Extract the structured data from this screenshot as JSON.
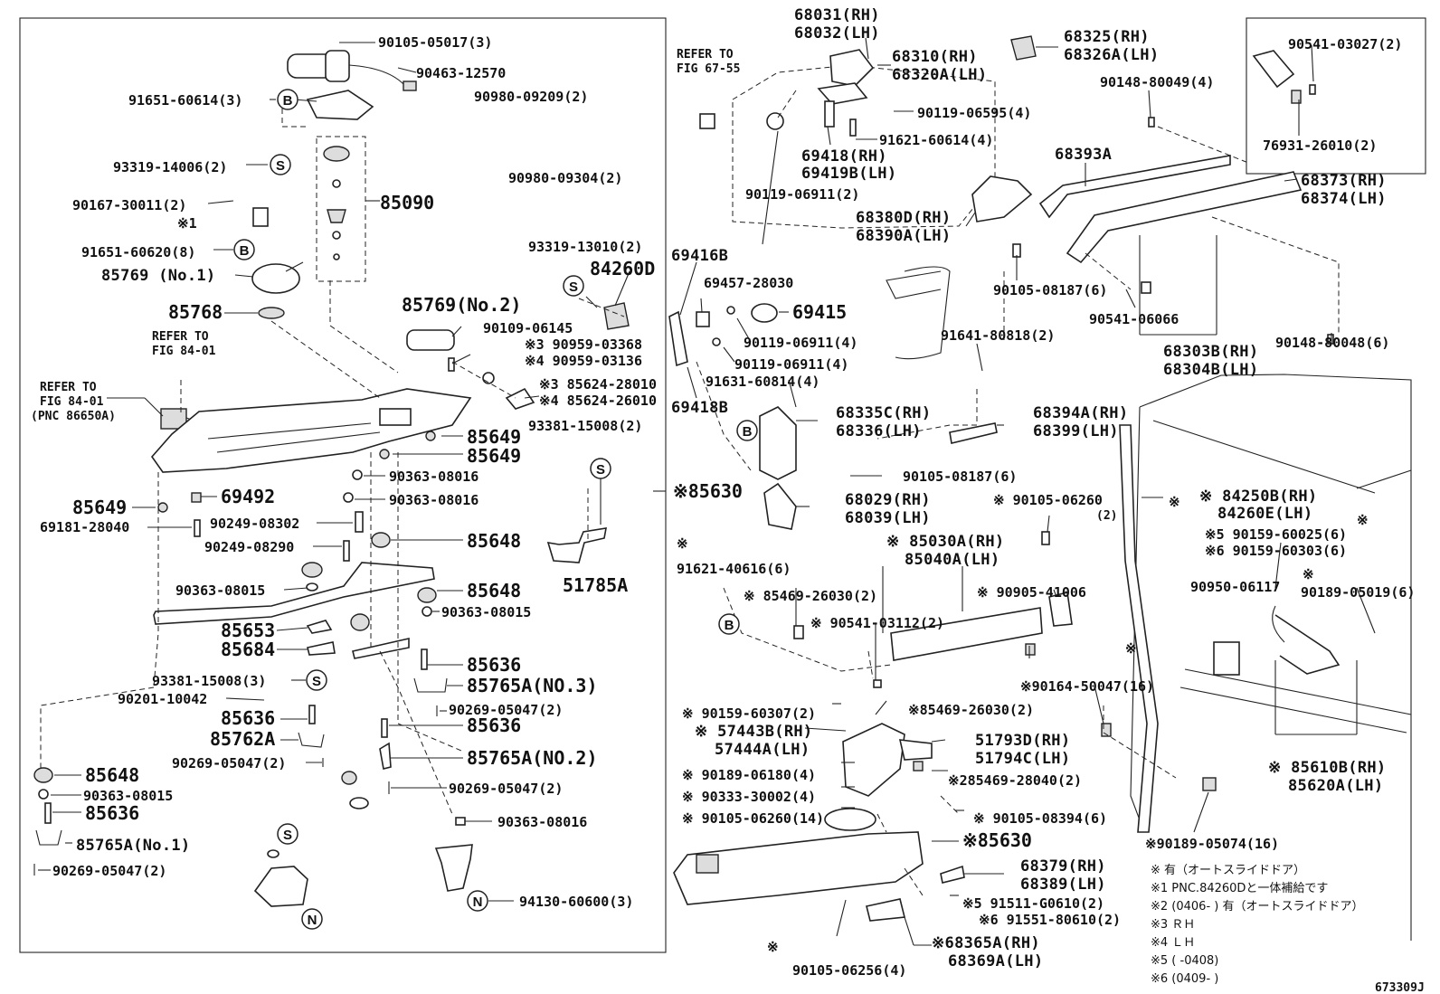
{
  "left_panel": {
    "callouts": [
      {
        "label": "90105-05017(3)"
      },
      {
        "label": "90463-12570"
      },
      {
        "label": "91651-60614(3)"
      },
      {
        "label": "90980-09209(2)"
      },
      {
        "label": "93319-14006(2)"
      },
      {
        "label": "90980-09304(2)"
      },
      {
        "label": "90167-30011(2)"
      },
      {
        "label": "※1"
      },
      {
        "label": "85090"
      },
      {
        "label": "91651-60620(8)"
      },
      {
        "label": "85769 (No.1)"
      },
      {
        "label": "93319-13010(2)"
      },
      {
        "label": "84260D"
      },
      {
        "label": "85768"
      },
      {
        "label": "85769(No.2)"
      },
      {
        "label": "REFER TO"
      },
      {
        "label": "FIG 84-01"
      },
      {
        "label": "90109-06145"
      },
      {
        "label": "※3 90959-03368"
      },
      {
        "label": "※4 90959-03136"
      },
      {
        "label": "REFER TO"
      },
      {
        "label": "FIG 84-01"
      },
      {
        "label": "(PNC 86650A)"
      },
      {
        "label": "※3 85624-28010"
      },
      {
        "label": "※4 85624-26010"
      },
      {
        "label": "93381-15008(2)"
      },
      {
        "label": "85649"
      },
      {
        "label": "85649"
      },
      {
        "label": "90363-08016"
      },
      {
        "label": "90363-08016"
      },
      {
        "label": "85649"
      },
      {
        "label": "69492"
      },
      {
        "label": "69181-28040"
      },
      {
        "label": "90249-08302"
      },
      {
        "label": "90249-08290"
      },
      {
        "label": "85648"
      },
      {
        "label": "51785A"
      },
      {
        "label": "90363-08015"
      },
      {
        "label": "85648"
      },
      {
        "label": "90363-08015"
      },
      {
        "label": "85653"
      },
      {
        "label": "85684"
      },
      {
        "label": "85636"
      },
      {
        "label": "85765A(NO.3)"
      },
      {
        "label": "93381-15008(3)"
      },
      {
        "label": "90201-10042"
      },
      {
        "label": "90269-05047(2)"
      },
      {
        "label": "85636"
      },
      {
        "label": "85636"
      },
      {
        "label": "85762A"
      },
      {
        "label": "85765A(NO.2)"
      },
      {
        "label": "90269-05047(2)"
      },
      {
        "label": "90269-05047(2)"
      },
      {
        "label": "85648"
      },
      {
        "label": "90363-08015"
      },
      {
        "label": "85636"
      },
      {
        "label": "90363-08016"
      },
      {
        "label": "85765A(No.1)"
      },
      {
        "label": "90269-05047(2)"
      },
      {
        "label": "94130-60600(3)"
      }
    ],
    "circle_letters": [
      "B",
      "S",
      "B",
      "S",
      "S",
      "S",
      "S",
      "N",
      "N"
    ]
  },
  "right_panel": {
    "callouts": [
      {
        "label": "68031(RH)"
      },
      {
        "label": "68032(LH)"
      },
      {
        "label": "68325(RH)"
      },
      {
        "label": "68326A(LH)"
      },
      {
        "label": "REFER TO"
      },
      {
        "label": "FIG 67-55"
      },
      {
        "label": "68310(RH)"
      },
      {
        "label": "68320A(LH)"
      },
      {
        "label": "90541-03027(2)"
      },
      {
        "label": "90148-80049(4)"
      },
      {
        "label": "90119-06595(4)"
      },
      {
        "label": "76931-26010(2)"
      },
      {
        "label": "91621-60614(4)"
      },
      {
        "label": "69418(RH)"
      },
      {
        "label": "69419B(LH)"
      },
      {
        "label": "68393A"
      },
      {
        "label": "68373(RH)"
      },
      {
        "label": "68374(LH)"
      },
      {
        "label": "90119-06911(2)"
      },
      {
        "label": "68380D(RH)"
      },
      {
        "label": "68390A(LH)"
      },
      {
        "label": "69416B"
      },
      {
        "label": "69457-28030"
      },
      {
        "label": "90105-08187(6)"
      },
      {
        "label": "69415"
      },
      {
        "label": "90541-06066"
      },
      {
        "label": "90119-06911(4)"
      },
      {
        "label": "91641-80818(2)"
      },
      {
        "label": "68303B(RH)"
      },
      {
        "label": "90148-80048(6)"
      },
      {
        "label": "90119-06911(4)"
      },
      {
        "label": "68304B(LH)"
      },
      {
        "label": "91631-60814(4)"
      },
      {
        "label": "69418B"
      },
      {
        "label": "68335C(RH)"
      },
      {
        "label": "68394A(RH)"
      },
      {
        "label": "68336(LH)"
      },
      {
        "label": "68399(LH)"
      },
      {
        "label": "90105-08187(6)"
      },
      {
        "label": "※85630"
      },
      {
        "label": "68029(RH)"
      },
      {
        "label": "※ 90105-06260"
      },
      {
        "label": "(2)"
      },
      {
        "label": "※ 84250B(RH)"
      },
      {
        "label": "84260E(LH)"
      },
      {
        "label": "68039(LH)"
      },
      {
        "label": "※"
      },
      {
        "label": "※5 90159-60025(6)"
      },
      {
        "label": "※ 85030A(RH)"
      },
      {
        "label": "※6 90159-60303(6)"
      },
      {
        "label": "85040A(LH)"
      },
      {
        "label": "91621-40616(6)"
      },
      {
        "label": "※ 90905-41006"
      },
      {
        "label": "90950-06117"
      },
      {
        "label": "90189-05019(6)"
      },
      {
        "label": "※ 85469-26030(2)"
      },
      {
        "label": "※ 90541-03112(2)"
      },
      {
        "label": "※90164-50047(16)"
      },
      {
        "label": "※ 90159-60307(2)"
      },
      {
        "label": "※85469-26030(2)"
      },
      {
        "label": "※ 57443B(RH)"
      },
      {
        "label": "57444A(LH)"
      },
      {
        "label": "51793D(RH)"
      },
      {
        "label": "51794C(LH)"
      },
      {
        "label": "※ 85610B(RH)"
      },
      {
        "label": "85620A(LH)"
      },
      {
        "label": "※ 90189-06180(4)"
      },
      {
        "label": "※285469-28040(2)"
      },
      {
        "label": "※ 90333-30002(4)"
      },
      {
        "label": "※ 90105-08394(6)"
      },
      {
        "label": "※ 90105-06260(14)"
      },
      {
        "label": "※85630"
      },
      {
        "label": "※90189-05074(16)"
      },
      {
        "label": "68379(RH)"
      },
      {
        "label": "68389(LH)"
      },
      {
        "label": "※5 91511-G0610(2)"
      },
      {
        "label": "※6 91551-80610(2)"
      },
      {
        "label": "※68365A(RH)"
      },
      {
        "label": "68369A(LH)"
      },
      {
        "label": "※"
      },
      {
        "label": "90105-06256(4)"
      },
      {
        "label": "※"
      },
      {
        "label": "※"
      },
      {
        "label": "※"
      },
      {
        "label": "※"
      }
    ],
    "circle_letters": [
      "B",
      "B"
    ]
  },
  "notes": [
    {
      "text": "※  有（オートスライドドア）"
    },
    {
      "text": "※1 PNC.84260Dと一体補給です"
    },
    {
      "text": "※2 (0406-      ) 有（オートスライドドア）"
    },
    {
      "text": "※3 ＲＨ"
    },
    {
      "text": "※4 ＬＨ"
    },
    {
      "text": "※5 (        -0408)"
    },
    {
      "text": "※6 (0409-        )"
    }
  ],
  "figure_id": "673309J"
}
